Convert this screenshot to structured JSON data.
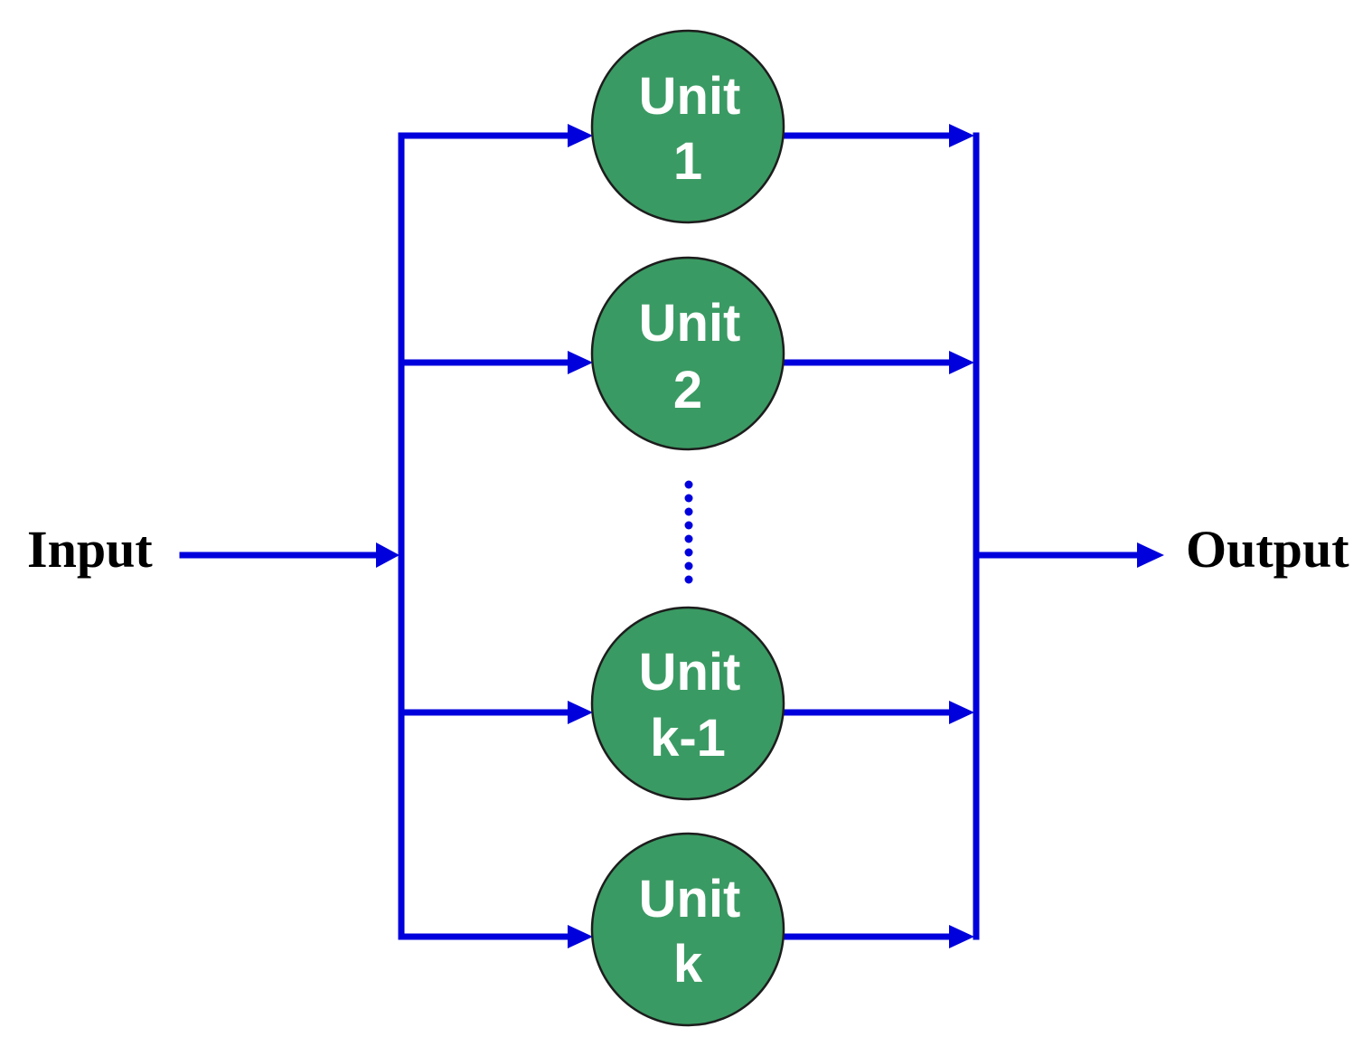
{
  "diagram": {
    "input_label": "Input",
    "output_label": "Output",
    "units": [
      {
        "line1": "Unit",
        "line2": "1"
      },
      {
        "line1": "Unit",
        "line2": "2"
      },
      {
        "line1": "Unit",
        "line2": "k-1"
      },
      {
        "line1": "Unit",
        "line2": "k"
      }
    ],
    "colors": {
      "connector": "#0000dd",
      "unit_fill": "#3a9a63",
      "unit_stroke": "#1d1d1d",
      "unit_text": "#ffffff",
      "label_text": "#000000"
    }
  }
}
